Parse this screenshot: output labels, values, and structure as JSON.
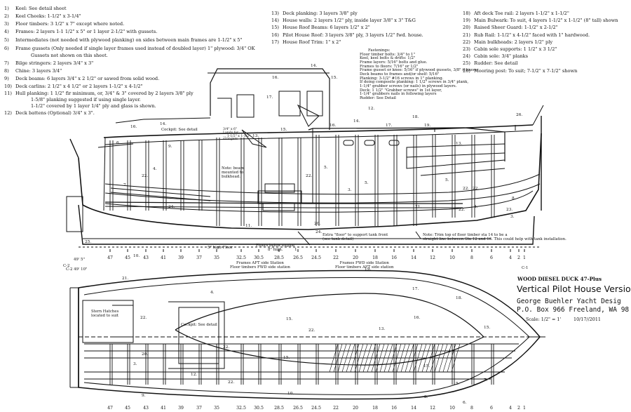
{
  "legend_left": [
    {
      "n": "1)",
      "t": "Keel:  See detail sheet"
    },
    {
      "n": "2)",
      "t": "Keel Cheeks: 1-1/2\" x 3-1/4\""
    },
    {
      "n": "3)",
      "t": "Floor timbers: 3 1/2\" x 7\" except where noted."
    },
    {
      "n": "4)",
      "t": "Frames: 2 layers 1-1 1/2\" x 5\"  or 1 layer 2-1/2\" with gussets."
    },
    {
      "n": "5)",
      "t": "Intermediates (not needed with plywood planking) on sides between main frames are 1-1/2\" x 5\""
    },
    {
      "n": "6)",
      "t": "Frame gussets  (Only needed if single layer frames used instead of doubled layer) 1\" plywood: 3/4\" OK"
    },
    {
      "n": "",
      "t": "Gussets not shown on this sheet."
    },
    {
      "n": "7)",
      "t": "Bilge stringers: 2 layers 3/4\" x 3\""
    },
    {
      "n": "8)",
      "t": "Chine: 3 layers 3/4\""
    },
    {
      "n": "9)",
      "t": "Deck beams: 6 layers 3/4\" x 2 1/2\" or sawed from solid wood."
    },
    {
      "n": "10)",
      "t": "Deck carlins: 2 1/2\" x 4 1/2\" or 2 layers 1-1/2\" x 4-1/2\""
    },
    {
      "n": "11)",
      "t": "Hull planking: 1 1/2\" fir minimum, or, 3/4\" & 3\" covered by 2 layers 3/8\" ply"
    },
    {
      "n": "",
      "t": "1-5/8\" planking suggested if using single layer."
    },
    {
      "n": "",
      "t": "1-1/2\" covered by 1 layer 1/4\" ply and glass is shown."
    },
    {
      "n": "12)",
      "t": "Deck battens (Optional) 3/4\" x 3\"."
    }
  ],
  "legend_mid": [
    {
      "n": "13)",
      "t": "Deck planking: 3 layers 3/8\" ply"
    },
    {
      "n": "14)",
      "t": "House walls: 2 layers 1/2\" ply, inside layer 3/8\" x 3\" T&G"
    },
    {
      "n": "15)",
      "t": "House Roof Beams: 6 layers 1/2\" x 2\""
    },
    {
      "n": "16)",
      "t": "Pilot House Roof: 3 layers 3/8\" ply, 3 layers 1/2\" fwd. house."
    },
    {
      "n": "17)",
      "t": "House Roof Trim: 1\" x 2\""
    }
  ],
  "legend_right": [
    {
      "n": "18)",
      "t": "Aft deck Toe rail: 2 layers 1-1/2\" x 1-1/2\""
    },
    {
      "n": "19)",
      "t": "Main Bulwark: To suit, 4 layers 1-1/2\" x 1-1/2\" (8\" tall) shown"
    },
    {
      "n": "20)",
      "t": "Raised Sheer Guard: 1-1/2\" x 2-1/2\""
    },
    {
      "n": "21)",
      "t": "Rub Rail: 1-1/2\" x 4-1/2\" faced with 1\" hardwood."
    },
    {
      "n": "22)",
      "t": "Main bulkheads: 2 layers 1/2\" ply"
    },
    {
      "n": "23)",
      "t": "Cabin sole supports: 1 1/2\" x 3 1/2\""
    },
    {
      "n": "24)",
      "t": "Cabin sole: 3/4\" planks"
    },
    {
      "n": "25)",
      "t": "Rudder: See detail"
    },
    {
      "n": "26)",
      "t": "Mooring post: To suit; 7-1/2\" x 7-1/2\" shown"
    }
  ],
  "fastenings": {
    "title": "Fastenings:",
    "lines": [
      "Floor timber bolts: 3/4\" to 1\"",
      "Keel, keel bolts & drifts: 1/2\"",
      "Frame layers: 5/16\" bolts and glue.",
      "Frames to floors: 7/16\" or 1/2\"",
      "Frame gusset or knee: 5/16\" if plywood gussets, 3/8\" if knees.",
      "Deck beams to frames and/or shelf: 5/16\"",
      "Planking: 3-1/2\" #16 screws in 1\" planking.",
      "   If doing composite planking: 1 1/2\" screws in 3/4\" plank,",
      "   1-1/4\" grabber screws (or nails) in plywood layers.",
      "Deck:  1 1/2\" \"Grabber screws\" in 1st layer,",
      "   1-1/4\" grabbers nails in following layers",
      "Rudder:  See Detail"
    ]
  },
  "notes": {
    "cockpit_profile": "Cockpit: See detail",
    "note_beam": [
      "Note: beam",
      "mounted to",
      "bulkhead."
    ],
    "stringer": [
      "3/4\" x 6\"",
      "Lands for",
      "... 1-1/2\" x 1-1/2\"",
      "stringers"
    ],
    "high_floor": "5\" high Floor",
    "floors_below_engine": [
      "Floors below engine",
      "8\" high."
    ],
    "extra_floor": [
      "Extra \"floor\" to support tank front",
      "(see tank detail)"
    ],
    "trim_note": [
      "Note: Trim top of floor timber sta 14 to be a",
      "straight line between Sta 12 and 16. This could help with tank installation."
    ],
    "frames_aft_left": [
      "Frames AFT side Station",
      "Floor timbers FWD side station"
    ],
    "frames_fwd_right": [
      "Frames FWD side Station",
      "Floor timbers AFT side station"
    ],
    "stern_hatches": [
      "Stern Hatches",
      "located to suit"
    ],
    "cockpit_plan": "Cockpit: See detail",
    "c2_upper": "C-2",
    "c2_angle_upper": "49' 5\"",
    "c2_lower": "C-2  49' 10\"",
    "c1": "C-1"
  },
  "stations": [
    "47",
    "45",
    "43",
    "41",
    "39",
    "37",
    "35",
    "32.5",
    "30.5",
    "28.5",
    "26.5",
    "24.5",
    "22",
    "20",
    "18",
    "16",
    "14",
    "12",
    "10",
    "8",
    "6",
    "4",
    "2",
    "1"
  ],
  "title_block": {
    "line1": "WOOD DIESEL DUCK 47-Plus",
    "line2": "Vertical Pilot House Versio",
    "line3": "George Buehler Yacht Desig",
    "line4": "P.O. Box 966 Freeland, WA 98",
    "scale": "Scale: 1/2\" = 1'",
    "date": "10/17//2011"
  },
  "profile_callouts": [
    "14.",
    "15.",
    "16.",
    "17.",
    "13.",
    "15.",
    "16.",
    "14.",
    "16.",
    "18.",
    "12.",
    "14.",
    "17.",
    "19.",
    "26.",
    "5.",
    "6.",
    "4.",
    "22.",
    "3.",
    "7.",
    "24.",
    "22.",
    "5.",
    "9.",
    "22.",
    "22.",
    "22.",
    "4.",
    "8.",
    "3.",
    "23.",
    "24.",
    "1.",
    "10.",
    "11.",
    "20.",
    "21.",
    "5.",
    "13.",
    "25."
  ],
  "plan_callouts": [
    "21.",
    "19.",
    "17.",
    "18.",
    "22.",
    "22.",
    "16.",
    "22.",
    "15.",
    "15.",
    "13.",
    "15.",
    "15.",
    "16.",
    "4.",
    "3.",
    "22.",
    "9.",
    "10.",
    "20.",
    "12.",
    "8.",
    "7.",
    "6.",
    "5."
  ],
  "colors": {
    "ink": "#111111",
    "paper": "#ffffff"
  }
}
